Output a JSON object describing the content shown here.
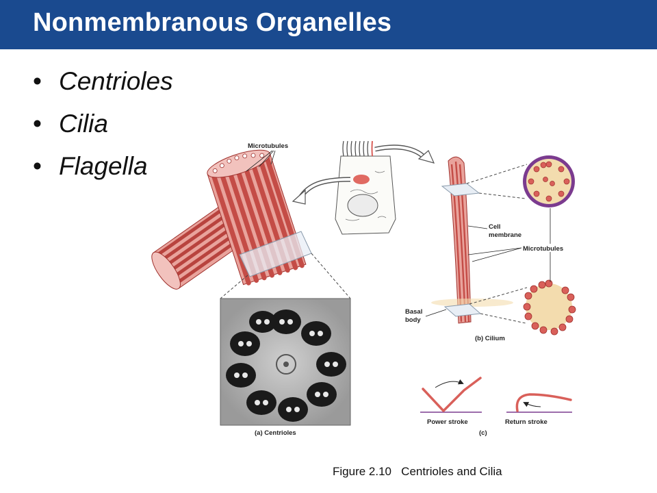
{
  "slide": {
    "title": "Nonmembranous Organelles",
    "bullets": [
      "Centrioles",
      "Cilia",
      "Flagella"
    ],
    "caption": "Figure 2.10   Centrioles and Cilia"
  },
  "figure": {
    "labels": {
      "microtubules_top": "Microtubules",
      "cell": "Cell",
      "membrane": "membrane",
      "microtubules_right": "Microtubules",
      "basal": "Basal",
      "body": "body",
      "panel_a": "(a) Centrioles",
      "panel_b": "(b) Cilium",
      "power_stroke": "Power stroke",
      "panel_c": "(c)",
      "return_stroke": "Return stroke"
    }
  },
  "colors": {
    "title_bar": "#1a4a8f",
    "tubule": "#d9605a",
    "tubule_dark": "#9e2f2b",
    "membrane_purple": "#7b3b8f",
    "cytoplasm": "#f3dcae"
  }
}
